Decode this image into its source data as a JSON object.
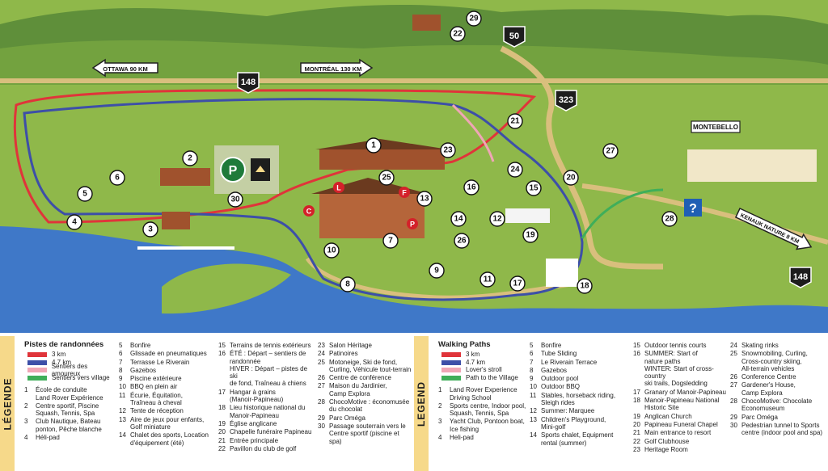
{
  "map": {
    "highways": [
      "50",
      "148",
      "323",
      "148"
    ],
    "directions": {
      "ottawa": "OTTAWA 90 KM",
      "montreal": "MONTRÉAL 130 KM",
      "kenauk": "KENAUK NATURE 8 KM"
    },
    "village": "MONTEBELLO",
    "parking": "P",
    "markers": [
      "1",
      "2",
      "3",
      "4",
      "5",
      "6",
      "7",
      "8",
      "9",
      "10",
      "11",
      "12",
      "13",
      "14",
      "15",
      "16",
      "17",
      "18",
      "19",
      "20",
      "21",
      "22",
      "23",
      "24",
      "25",
      "26",
      "27",
      "28",
      "29",
      "30"
    ],
    "facility_badges": [
      "L",
      "F",
      "C",
      "P"
    ],
    "info": "?"
  },
  "colors": {
    "grass": "#8fb84a",
    "water": "#3f78c8",
    "red_trail": "#e0343a",
    "blue_trail": "#3d4fa8",
    "pink_trail": "#f0a6b6",
    "green_trail": "#3fae5a",
    "legend_bar": "#f6d98a"
  },
  "legend_fr": {
    "side": "LÉGENDE",
    "title": "Pistes de randonnées",
    "trails": [
      "3 km",
      "4.7 km",
      "Sentiers des amoureux",
      "Sentiers vers village"
    ],
    "col1": [
      {
        "n": "1",
        "t": "École de conduite\nLand Rover Expérience"
      },
      {
        "n": "2",
        "t": "Centre sportif, Piscine\nSquash, Tennis, Spa"
      },
      {
        "n": "3",
        "t": "Club Nautique, Bateau\nponton, Pêche blanche"
      },
      {
        "n": "4",
        "t": "Héli-pad"
      }
    ],
    "col2": [
      {
        "n": "5",
        "t": "Bonfire"
      },
      {
        "n": "6",
        "t": "Glissade en pneumatiques"
      },
      {
        "n": "7",
        "t": "Terrasse Le Riverain"
      },
      {
        "n": "8",
        "t": "Gazebos"
      },
      {
        "n": "9",
        "t": "Piscine extérieure"
      },
      {
        "n": "10",
        "t": "BBQ en plein air"
      },
      {
        "n": "11",
        "t": "Écurie, Équitation,\nTraîneau à cheval"
      },
      {
        "n": "12",
        "t": "Tente de réception"
      },
      {
        "n": "13",
        "t": "Aire de jeux pour enfants,\nGolf miniature"
      },
      {
        "n": "14",
        "t": "Chalet des sports, Location\nd'équipement (été)"
      }
    ],
    "col3": [
      {
        "n": "15",
        "t": "Terrains de tennis extérieurs"
      },
      {
        "n": "16",
        "t": "ÉTÉ : Départ – sentiers de\nrandonnée\nHIVER : Départ – pistes de ski\nde fond, Traîneau à chiens"
      },
      {
        "n": "17",
        "t": "Hangar à grains\n(Manoir-Papineau)"
      },
      {
        "n": "18",
        "t": "Lieu historique national du\nManoir-Papineau"
      },
      {
        "n": "19",
        "t": "Église anglicane"
      },
      {
        "n": "20",
        "t": "Chapelle funéraire Papineau"
      },
      {
        "n": "21",
        "t": "Entrée principale"
      },
      {
        "n": "22",
        "t": "Pavillon du club de golf"
      }
    ],
    "col4": [
      {
        "n": "23",
        "t": "Salon Héritage"
      },
      {
        "n": "24",
        "t": "Patinoires"
      },
      {
        "n": "25",
        "t": "Motoneige, Ski de fond,\nCurling, Véhicule tout-terrain"
      },
      {
        "n": "26",
        "t": "Centre de conférence"
      },
      {
        "n": "27",
        "t": "Maison du Jardinier,\nCamp Explora"
      },
      {
        "n": "28",
        "t": "ChocoMotive : économusée\ndu chocolat"
      },
      {
        "n": "29",
        "t": "Parc Oméga"
      },
      {
        "n": "30",
        "t": "Passage souterrain vers le\nCentre sportif (piscine et spa)"
      }
    ]
  },
  "legend_en": {
    "side": "LEGEND",
    "title": "Walking Paths",
    "trails": [
      "3 km",
      "4.7 km",
      "Lover's stroll",
      "Path to the Village"
    ],
    "col1": [
      {
        "n": "1",
        "t": "Land Rover Experience\nDriving School"
      },
      {
        "n": "2",
        "t": "Sports centre, Indoor pool,\nSquash, Tennis, Spa"
      },
      {
        "n": "3",
        "t": "Yacht Club, Pontoon boat,\nIce fishing"
      },
      {
        "n": "4",
        "t": "Heli-pad"
      }
    ],
    "col2": [
      {
        "n": "5",
        "t": "Bonfire"
      },
      {
        "n": "6",
        "t": "Tube Sliding"
      },
      {
        "n": "7",
        "t": "Le Riverain Terrace"
      },
      {
        "n": "8",
        "t": "Gazebos"
      },
      {
        "n": "9",
        "t": "Outdoor pool"
      },
      {
        "n": "10",
        "t": "Outdoor BBQ"
      },
      {
        "n": "11",
        "t": "Stables, horseback riding,\nSleigh rides"
      },
      {
        "n": "12",
        "t": "Summer: Marquee"
      },
      {
        "n": "13",
        "t": "Children's Playground,\nMini-golf"
      },
      {
        "n": "14",
        "t": "Sports chalet, Equipment\nrental (summer)"
      }
    ],
    "col3": [
      {
        "n": "15",
        "t": "Outdoor tennis courts"
      },
      {
        "n": "16",
        "t": "SUMMER: Start of\nnature paths\nWINTER: Start of cross-country\nski trails, Dogsledding"
      },
      {
        "n": "17",
        "t": "Granary of Manoir-Papineau"
      },
      {
        "n": "18",
        "t": "Manoir-Papineau National\nHistoric Site"
      },
      {
        "n": "19",
        "t": "Anglican Church"
      },
      {
        "n": "20",
        "t": "Papineau Funeral Chapel"
      },
      {
        "n": "21",
        "t": "Main entrance to resort"
      },
      {
        "n": "22",
        "t": "Golf Clubhouse"
      },
      {
        "n": "23",
        "t": "Heritage Room"
      }
    ],
    "col4": [
      {
        "n": "24",
        "t": "Skating rinks"
      },
      {
        "n": "25",
        "t": "Snowmobiling, Curling,\nCross-country skiing,\nAll-terrain vehicles"
      },
      {
        "n": "26",
        "t": "Conference Centre"
      },
      {
        "n": "27",
        "t": "Gardener's House,\nCamp Explora"
      },
      {
        "n": "28",
        "t": "ChocoMotive: Chocolate\nEconomuseum"
      },
      {
        "n": "29",
        "t": "Parc Oméga"
      },
      {
        "n": "30",
        "t": "Pedestrian tunnel to Sports\ncentre (indoor pool and spa)"
      }
    ]
  }
}
